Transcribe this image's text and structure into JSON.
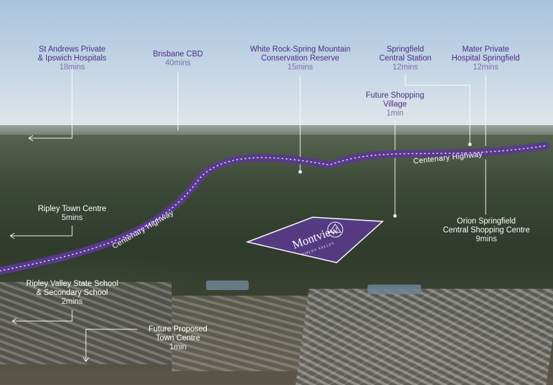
{
  "labels": {
    "st_andrews": {
      "name": "St Andrews Private\n& Ipswich Hospitals",
      "time": "18mins"
    },
    "brisbane": {
      "name": "Brisbane CBD",
      "time": "40mins"
    },
    "white_rock": {
      "name": "White Rock-Spring Mountain\nConservation Reserve",
      "time": "15mins"
    },
    "springfield_station": {
      "name": "Springfield\nCentral Station",
      "time": "12mins"
    },
    "mater": {
      "name": "Mater Private\nHospital Springfield",
      "time": "12mins"
    },
    "future_shopping": {
      "name": "Future Shopping\nVillage",
      "time": "1min"
    },
    "ripley_town": {
      "name": "Ripley Town Centre",
      "time": "5mins"
    },
    "orion": {
      "name": "Orion Springfield\nCentral Shopping Centre",
      "time": "9mins"
    },
    "ripley_school": {
      "name": "Ripley Valley State School\n& Secondary School",
      "time": "2mins"
    },
    "future_town": {
      "name": "Future Proposed\nTown Centre",
      "time": "1min"
    }
  },
  "highway": {
    "label_right": "Centenary Highway",
    "label_left": "Centenary Highway"
  },
  "estate": {
    "name": "Montview",
    "subtitle": "RIPLEY VALLEY"
  },
  "colors": {
    "accent": "#5a3a8e",
    "label_text": "#4b2d83",
    "time_text": "#7e6ea8"
  }
}
